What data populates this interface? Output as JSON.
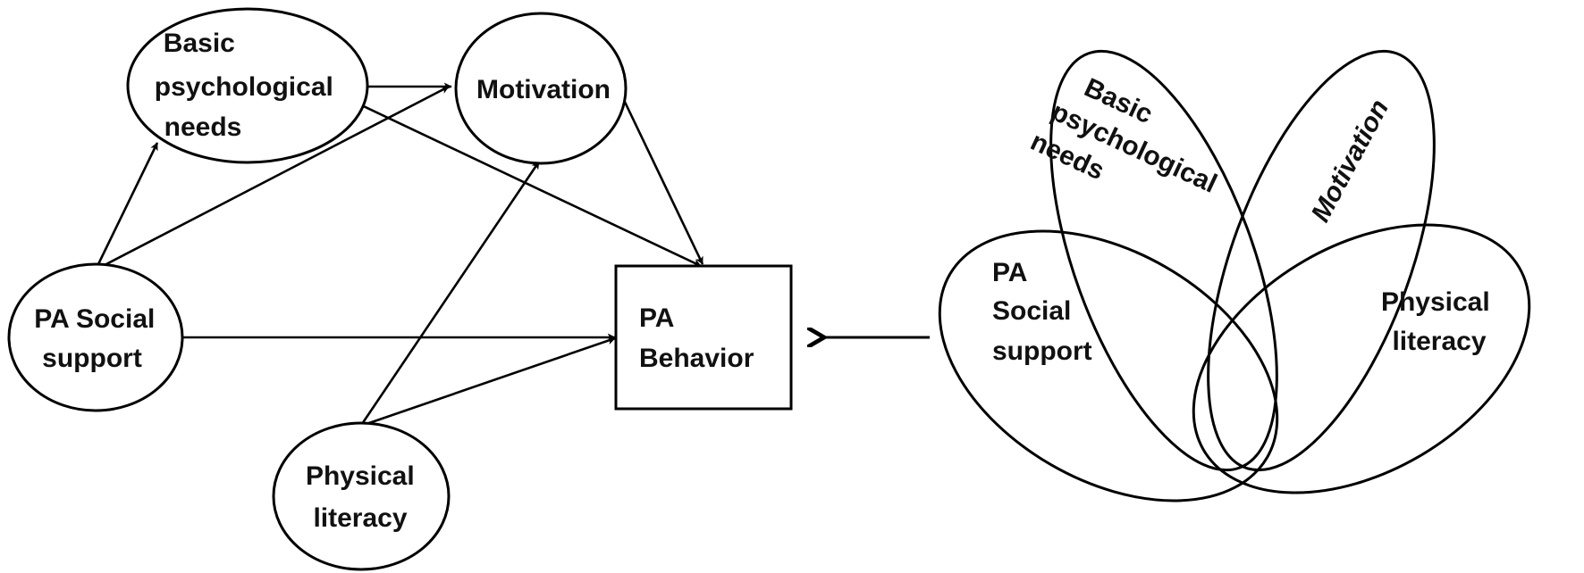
{
  "left_model": {
    "nodes": {
      "basic_needs": {
        "lines": [
          "Basic",
          "psychological",
          "needs"
        ]
      },
      "motivation": {
        "lines": [
          "Motivation"
        ]
      },
      "social_support": {
        "lines": [
          "PA Social",
          "support"
        ]
      },
      "behavior": {
        "lines": [
          "PA",
          "Behavior"
        ]
      },
      "physical_literacy": {
        "lines": [
          "Physical",
          "literacy"
        ]
      }
    },
    "edges": [
      {
        "from": "social_support",
        "to": "basic_needs"
      },
      {
        "from": "social_support",
        "to": "motivation"
      },
      {
        "from": "social_support",
        "to": "behavior"
      },
      {
        "from": "basic_needs",
        "to": "motivation"
      },
      {
        "from": "basic_needs",
        "to": "behavior"
      },
      {
        "from": "motivation",
        "to": "behavior"
      },
      {
        "from": "physical_literacy",
        "to": "motivation"
      },
      {
        "from": "physical_literacy",
        "to": "behavior"
      }
    ]
  },
  "right_model": {
    "petals": {
      "basic_needs": {
        "lines": [
          "Basic",
          "psychological",
          "needs"
        ]
      },
      "motivation": {
        "lines": [
          "Motivation"
        ]
      },
      "social_support": {
        "lines": [
          "PA",
          "Social",
          "support"
        ]
      },
      "physical_literacy": {
        "lines": [
          "Physical",
          "literacy"
        ]
      }
    }
  },
  "connector": {
    "direction": "right-to-left"
  }
}
